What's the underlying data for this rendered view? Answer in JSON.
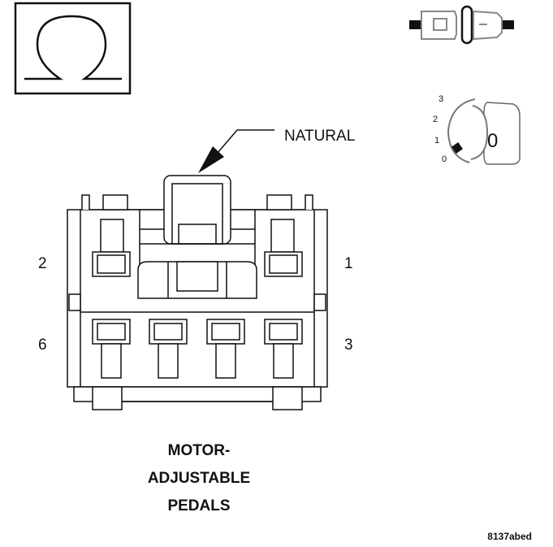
{
  "callout": {
    "label": "NATURAL"
  },
  "pins": {
    "top_left": "2",
    "top_right": "1",
    "bottom_left": "6",
    "bottom_right": "3"
  },
  "key_positions": [
    "3",
    "2",
    "1",
    "0"
  ],
  "key_value": "0",
  "title_lines": [
    "MOTOR-",
    "ADJUSTABLE",
    "PEDALS"
  ],
  "figure_id": "8137abed"
}
